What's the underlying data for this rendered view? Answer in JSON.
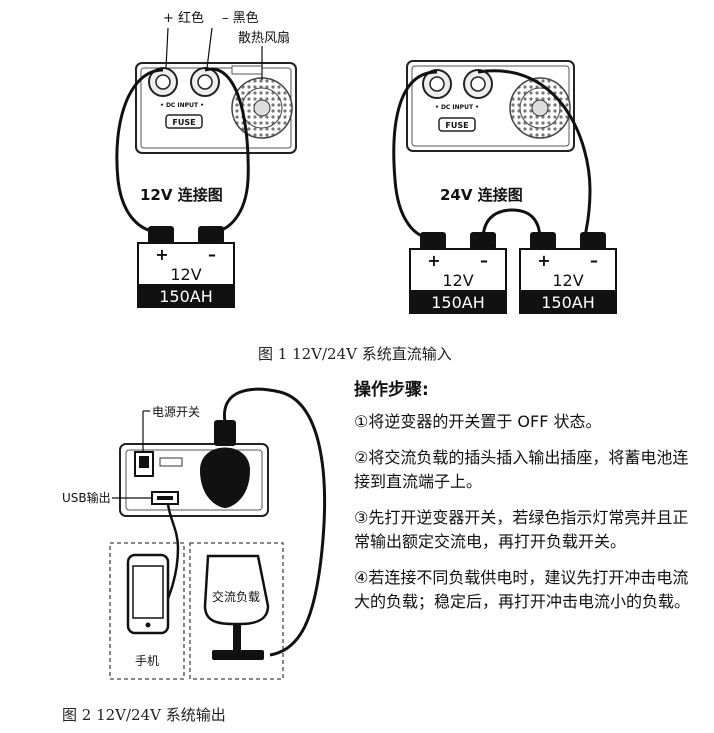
{
  "figure1": {
    "label_plus_red": "+ 红色",
    "label_minus_black": "– 黑色",
    "label_fan": "散热风扇",
    "dc_input": "• DC INPUT •",
    "fuse": "FUSE",
    "diagram_12v_title": "12V  连接图",
    "diagram_24v_title": "24V  连接图",
    "battery_plus": "+",
    "battery_minus": "–",
    "battery_voltage": "12V",
    "battery_capacity": "150AH",
    "caption": "图 1   12V/24V 系统直流输入"
  },
  "figure2": {
    "label_power_switch": "电源开关",
    "label_usb": "USB输出",
    "label_phone": "手机",
    "label_ac_load": "交流负载",
    "caption": "图 2   12V/24V 系统输出"
  },
  "steps": {
    "title": "操作步骤:",
    "items": [
      "①将逆变器的开关置于 OFF 状态。",
      "②将交流负载的插头插入输出插座，将蓄电池连接到直流端子上。",
      "③先打开逆变器开关，若绿色指示灯常亮并且正常输出额定交流电，再打开负载开关。",
      "④若连接不同负载供电时，建议先打开冲击电流大的负载；稳定后，再打开冲击电流小的负载。"
    ]
  }
}
